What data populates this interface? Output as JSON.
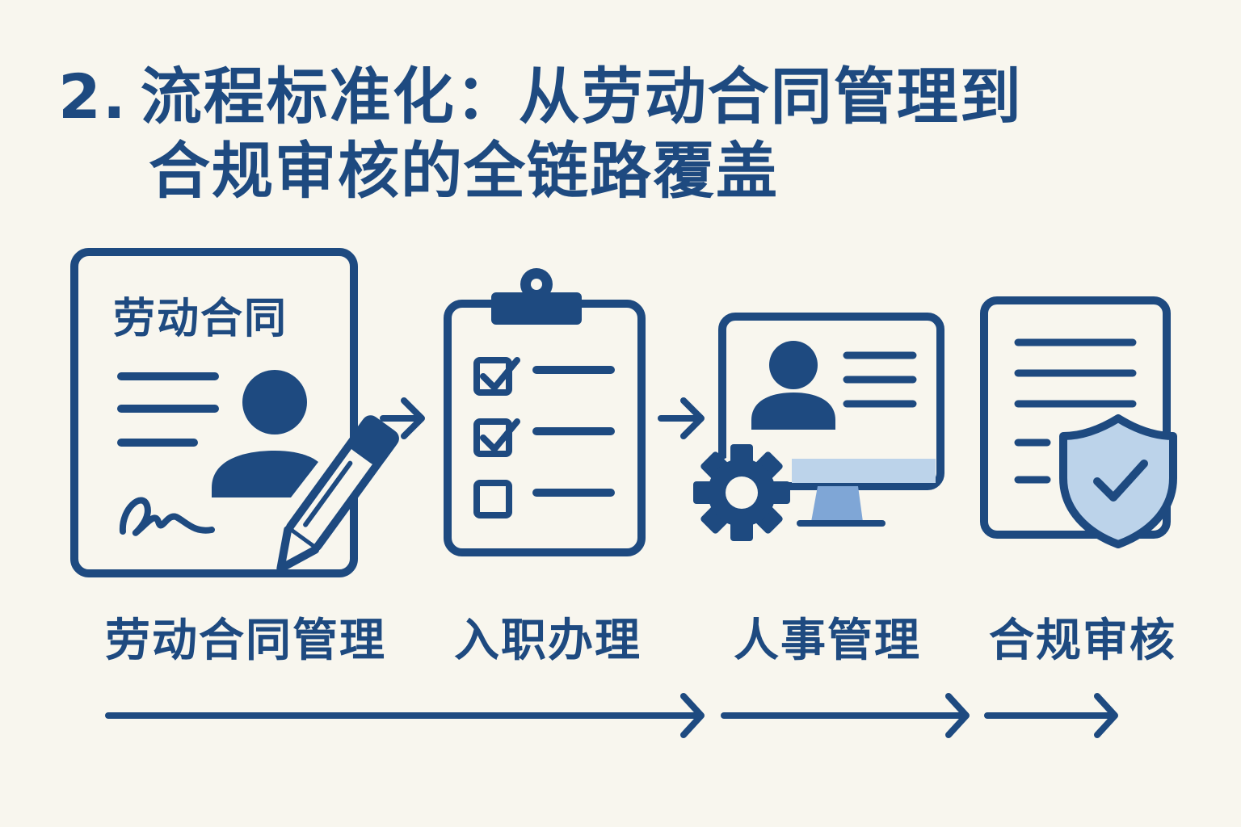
{
  "title": {
    "number": "2.",
    "line1": "流程标准化：从劳动合同管理到",
    "line2": "合规审核的全链路覆盖"
  },
  "steps": [
    {
      "label": "劳动合同管理",
      "icon": "contract-signing-icon",
      "heading": "劳动合同"
    },
    {
      "label": "入职办理",
      "icon": "clipboard-checklist-icon"
    },
    {
      "label": "人事管理",
      "icon": "monitor-profile-gear-icon"
    },
    {
      "label": "合规审核",
      "icon": "document-shield-check-icon"
    }
  ],
  "colors": {
    "primary": "#1e4a80",
    "accent_light": "#bcd3ea",
    "accent_mid": "#7fa6d6",
    "background": "#f8f6ee"
  }
}
